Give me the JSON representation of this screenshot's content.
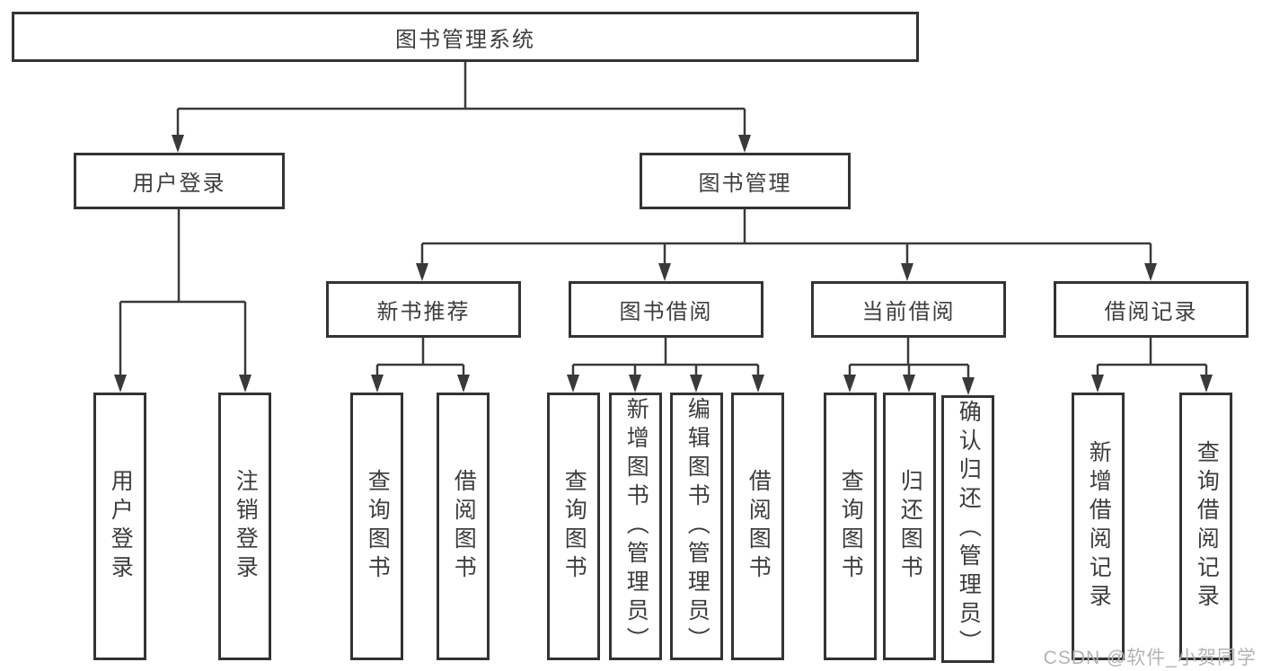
{
  "colors": {
    "line": "#3a3a3a",
    "box_border": "#333333",
    "text": "#3d3d3d",
    "watermark_text": "#b3b3b3",
    "background": "#ffffff"
  },
  "tree": {
    "root": {
      "label": "图书管理系统"
    },
    "level2": [
      {
        "label": "用户登录",
        "children": [
          "用户登录",
          "注销登录"
        ]
      },
      {
        "label": "图书管理",
        "sections": [
          {
            "label": "新书推荐",
            "children": [
              "查询图书",
              "借阅图书"
            ]
          },
          {
            "label": "图书借阅",
            "children": [
              "查询图书",
              "新增图书（管理员）",
              "编辑图书（管理员）",
              "借阅图书"
            ]
          },
          {
            "label": "当前借阅",
            "children": [
              "查询图书",
              "归还图书",
              "确认归还（管理员）"
            ]
          },
          {
            "label": "借阅记录",
            "children": [
              "新增借阅记录",
              "查询借阅记录"
            ]
          }
        ]
      }
    ]
  },
  "watermark": {
    "text": "CSDN @软件_小贺同学"
  }
}
